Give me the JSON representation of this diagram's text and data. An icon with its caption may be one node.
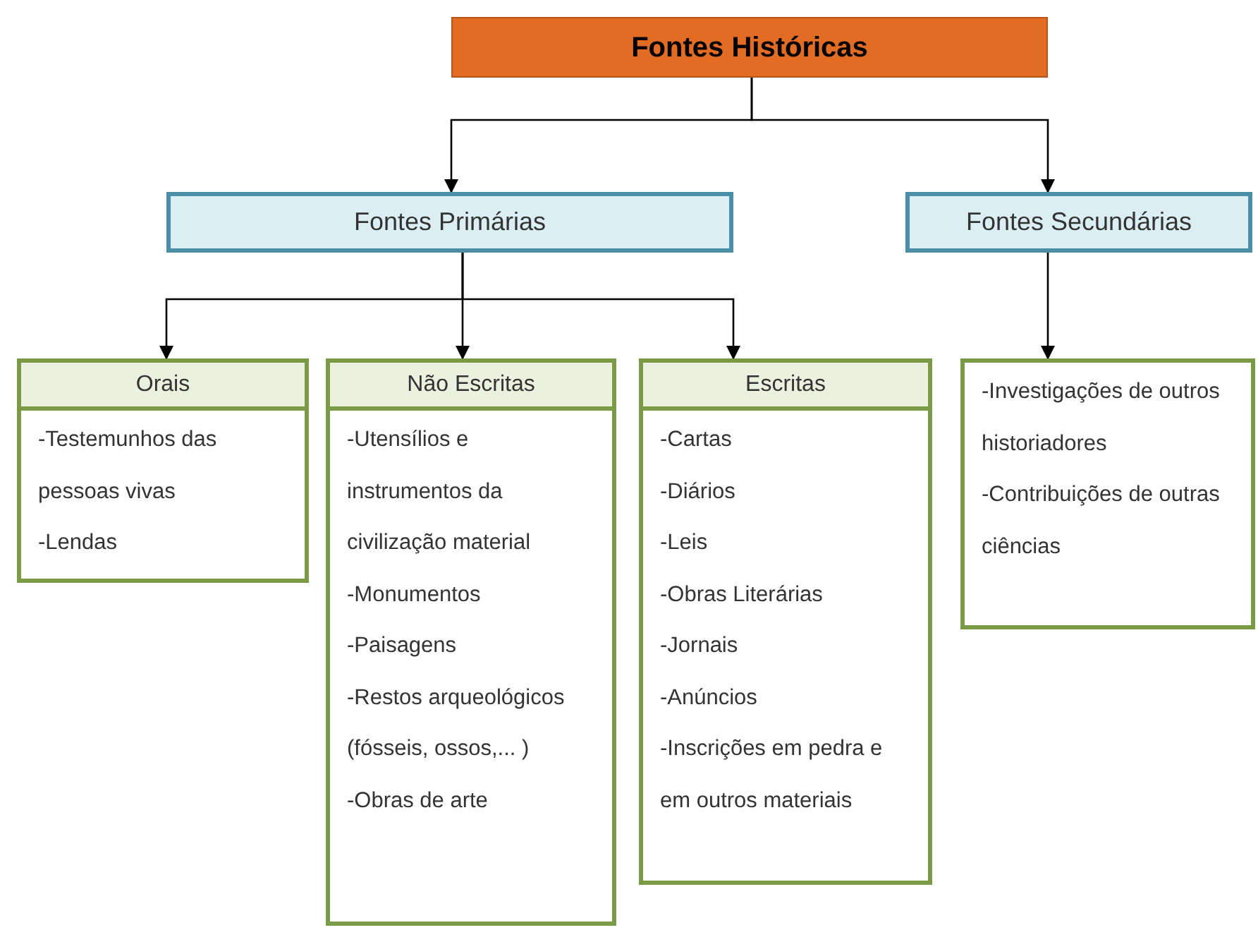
{
  "diagram": {
    "nodes": [
      {
        "text": [
          "Fontes Históricas"
        ]
      },
      {
        "text": [
          "Fontes Primárias"
        ]
      },
      {
        "text": [
          "Fontes Secundárias"
        ]
      },
      {
        "text": [
          "Orais",
          "-Testemunhos das pessoas vivas",
          "-Lendas"
        ]
      },
      {
        "text": [
          "Não Escritas",
          "-Utensílios e instrumentos da civilização material",
          "-Monumentos",
          "-Paisagens",
          "-Restos arqueológicos (fósseis, ossos,... )",
          "-Obras de arte"
        ]
      },
      {
        "text": [
          "Escritas",
          "-Cartas",
          "-Diários",
          "-Leis",
          "-Obras Literárias",
          "-Jornais",
          "-Anúncios",
          "-Inscrições em pedra e em outros materiais"
        ]
      },
      {
        "text": [
          "-Investigações de outros historiadores",
          "-Contribuições de outras ciências"
        ]
      }
    ],
    "edges": [
      {
        "from": 0,
        "to": 1,
        "arrow": "to"
      },
      {
        "from": 0,
        "to": 2,
        "arrow": "to"
      },
      {
        "from": 1,
        "to": 3,
        "arrow": "to"
      },
      {
        "from": 1,
        "to": 4,
        "arrow": "to"
      },
      {
        "from": 1,
        "to": 5,
        "arrow": "to"
      },
      {
        "from": 2,
        "to": 6,
        "arrow": "to"
      }
    ]
  }
}
